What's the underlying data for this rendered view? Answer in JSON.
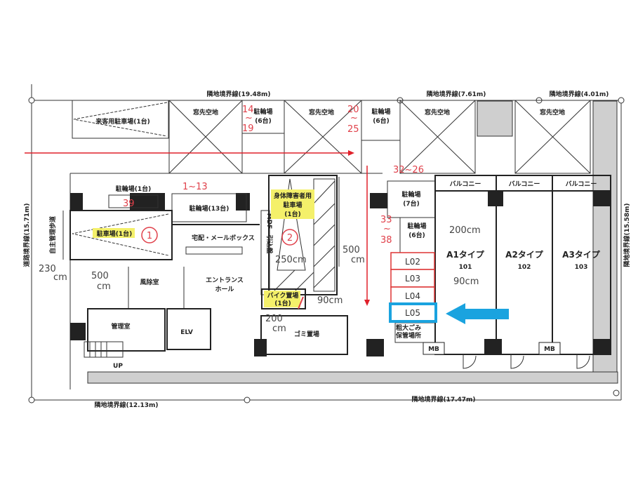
{
  "boundaries": {
    "top_left": "隣地境界線(19.48m)",
    "top_mid": "隣地境界線(7.61m)",
    "top_right": "隣地境界線(4.01m)",
    "left": "道路境界線(15.71m)",
    "right": "隣地境界線(15.58m)",
    "bottom_left": "隣地境界線(12.13m)",
    "bottom_right": "隣地境界線(17.47m)"
  },
  "rooms": {
    "visitor_parking": "来客用駐車場(1台)",
    "window_space": "窓先空地",
    "bike_6_a_1": "駐輪場",
    "bike_6_a_2": "(6台)",
    "bike_6_b_1": "駐輪場",
    "bike_6_b_2": "(6台)",
    "bike_1": "駐輪場(1台)",
    "bike_13": "駐輪場(13台)",
    "parking_1": "駐車場(1台)",
    "self_walkway": "自主管理歩道",
    "delivery_box": "宅配・メールボックス",
    "disabled_parking_1": "身体障害者用",
    "disabled_parking_2": "駐車場",
    "disabled_parking_3": "(1台)",
    "mdf": "MDF",
    "service": "引込盤",
    "vestibule": "風除室",
    "entrance_1": "エントランス",
    "entrance_2": "ホール",
    "management": "管理室",
    "elevator": "ELV",
    "up": "UP",
    "bike_parking_moto_1": "バイク置場",
    "bike_parking_moto_2": "(1台)",
    "garbage": "ゴミ置場",
    "bike_7_1": "駐輪場",
    "bike_7_2": "(7台)",
    "bike_6_c_1": "駐輪場",
    "bike_6_c_2": "(6台)",
    "bulky_1": "粗大ごみ",
    "bulky_2": "保管場所",
    "mb": "MB",
    "balcony": "バルコニー"
  },
  "units": [
    {
      "type": "A1タイプ",
      "number": "101"
    },
    {
      "type": "A2タイプ",
      "number": "102"
    },
    {
      "type": "A3タイプ",
      "number": "103"
    }
  ],
  "annotations": {
    "range_14_19": [
      "14",
      "~",
      "19"
    ],
    "range_20_25": [
      "20",
      "~",
      "25"
    ],
    "range_1_13": "1~13",
    "num_39": "39",
    "range_32_26": "32~26",
    "range_33_38": [
      "33",
      "~",
      "38"
    ],
    "circle_1": "1",
    "circle_2": "2",
    "dim_230": [
      "230",
      "cm"
    ],
    "dim_500_left": [
      "500",
      "cm"
    ],
    "dim_500_right": [
      "500",
      "cm"
    ],
    "dim_250": "250cm",
    "dim_200_top": "200cm",
    "dim_90_unit": "90cm",
    "dim_90_moto": "90cm",
    "dim_200_moto": [
      "200",
      "cm"
    ]
  },
  "lockers": [
    {
      "label": "L02",
      "selected": false
    },
    {
      "label": "L03",
      "selected": false
    },
    {
      "label": "L04",
      "selected": false
    },
    {
      "label": "L05",
      "selected": true
    }
  ],
  "colors": {
    "annotation_red": "#e0404a",
    "highlight_blue": "#1aa3df",
    "highlight_yellow": "#f4f06a"
  }
}
